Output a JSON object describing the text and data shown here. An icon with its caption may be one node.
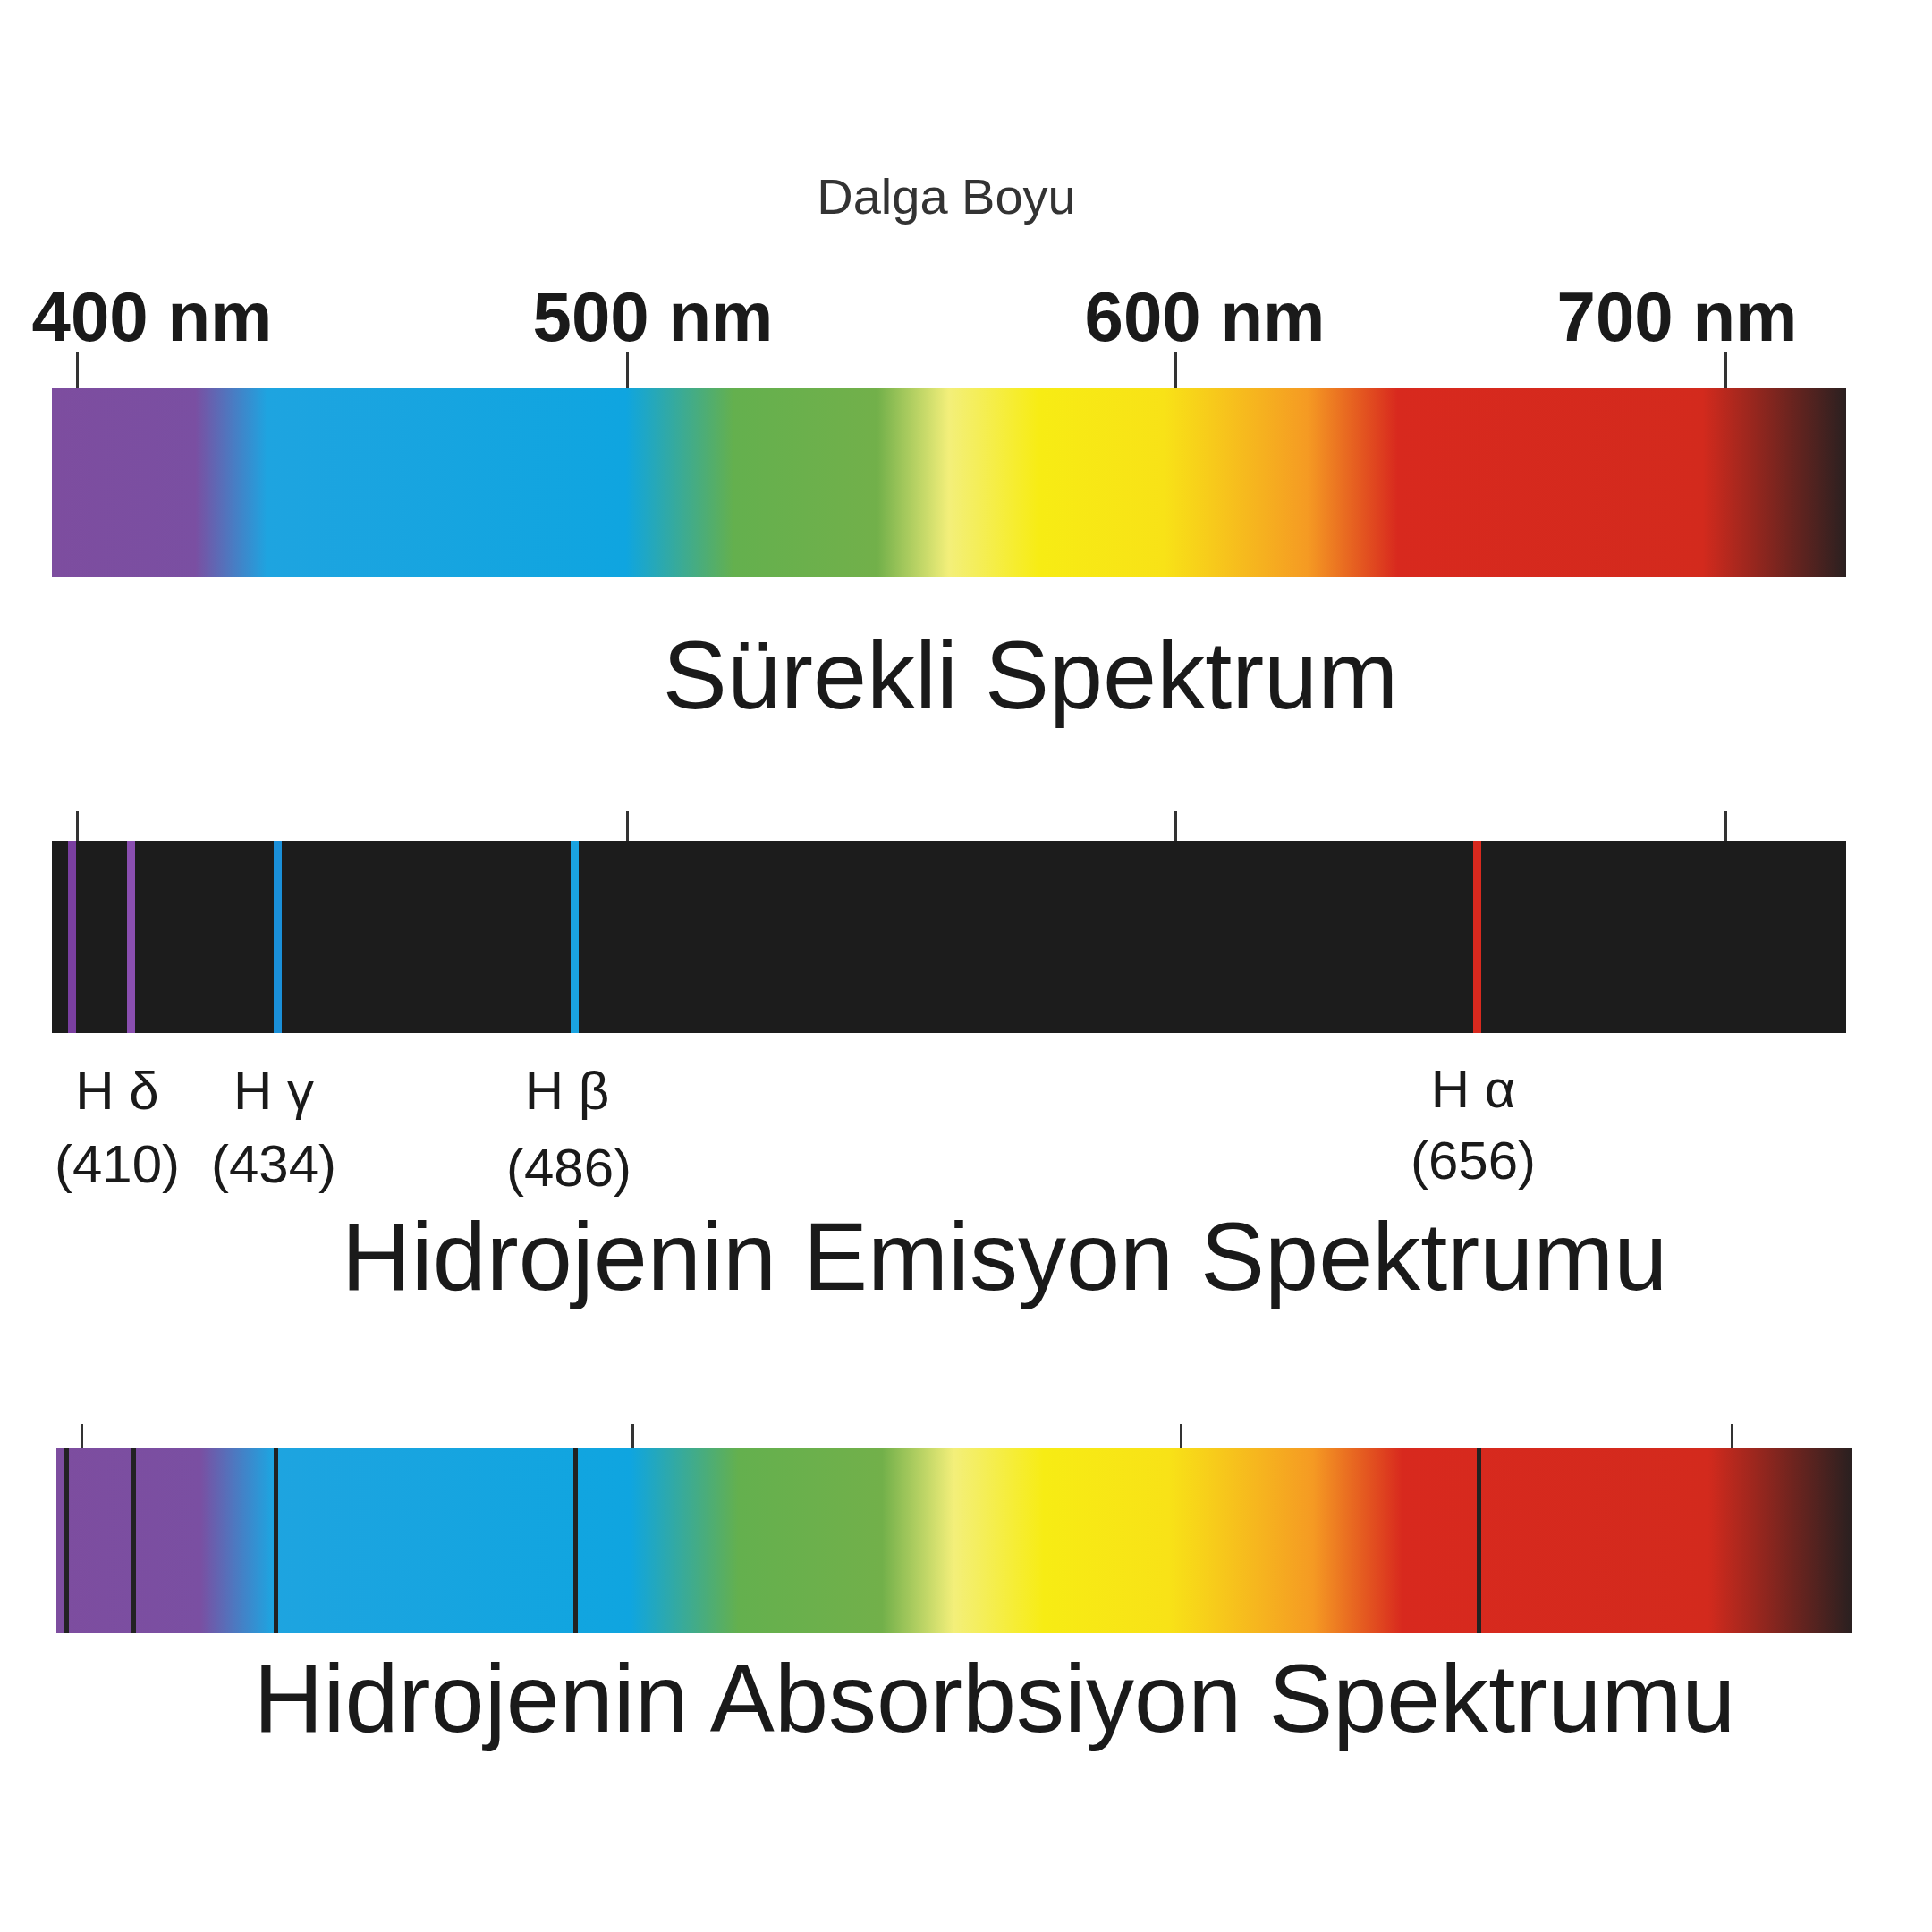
{
  "diagram": {
    "title": "Dalga Boyu",
    "labels": [
      "400 nm",
      "500 nm",
      "600 nm",
      "700 nm",
      "Sürekli Spektrum",
      "H δ",
      "H γ",
      "H β",
      "H α",
      "(410)",
      "(434)",
      "(486)",
      "(656)",
      "Hidrojenin Emisyon Spektrumu",
      "Hidrojenin Absorbsiyon Spektrumu"
    ]
  }
}
